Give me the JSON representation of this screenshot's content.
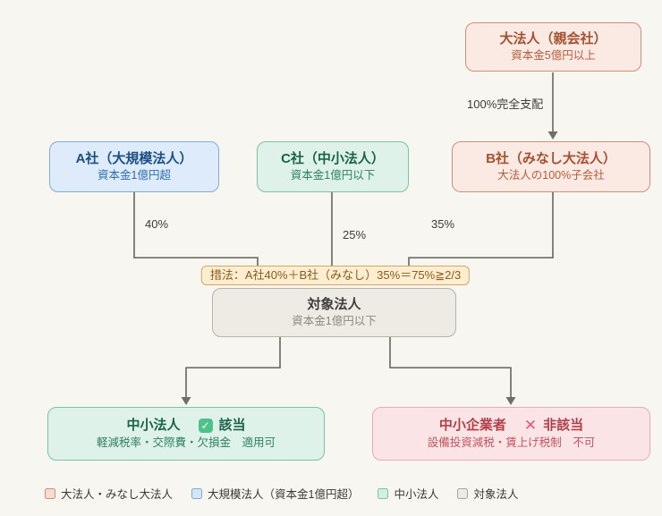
{
  "colors": {
    "background": "#f8f6f0",
    "connector": "#6f6e6a",
    "large_corp_fill": "#fbe9e4",
    "large_corp_border": "#d18d76",
    "large_corp_text": "#a5512f",
    "large_scale_fill": "#ddebfb",
    "large_scale_border": "#82aad8",
    "large_scale_text": "#1b4e84",
    "small_corp_fill": "#def2e9",
    "small_corp_border": "#7ac3a4",
    "small_corp_text": "#186349",
    "target_fill": "#edebe4",
    "target_border": "#b6b3a8",
    "target_text": "#3f3e38",
    "formula_fill": "#fdeed2",
    "formula_border": "#d9a55e",
    "formula_text": "#8a5a18",
    "result_ng_fill": "#fbe4e6",
    "result_ng_border": "#ecaab3",
    "result_ng_text": "#b23e46",
    "check_green": "#4fc28b",
    "cross_red": "#ee5478"
  },
  "nodes": {
    "parent": {
      "title": "大法人（親会社）",
      "subtitle": "資本金5億円以上"
    },
    "company_a": {
      "title": "A社（大規模法人）",
      "subtitle": "資本金1億円超"
    },
    "company_c": {
      "title": "C社（中小法人）",
      "subtitle": "資本金1億円以下"
    },
    "company_b": {
      "title": "B社（みなし大法人）",
      "subtitle": "大法人の100%子会社"
    },
    "target": {
      "title": "対象法人",
      "subtitle": "資本金1億円以下"
    },
    "result_ok": {
      "title": "中小法人",
      "check_glyph": "✓",
      "badge": "該当",
      "note": "軽減税率・交際費・欠損金　適用可"
    },
    "result_ng": {
      "title": "中小企業者",
      "cross_glyph": "✕",
      "badge": "非該当",
      "note": "設備投資減税・賃上げ税制　不可"
    }
  },
  "edges": {
    "parent_to_b_label": "100%完全支配",
    "a_share": "40%",
    "c_share": "25%",
    "b_share": "35%"
  },
  "formula": {
    "text": "措法：A社40%＋B社（みなし）35%＝75%≧2/3"
  },
  "legend": [
    {
      "label": "大法人・みなし大法人",
      "color": "#f7dcd4",
      "border": "#cf8f79"
    },
    {
      "label": "大規模法人（資本金1億円超）",
      "color": "#d4e6f8",
      "border": "#82aad8"
    },
    {
      "label": "中小法人",
      "color": "#d4eee1",
      "border": "#7ac3a4"
    },
    {
      "label": "対象法人",
      "color": "#eceae2",
      "border": "#aaa79a"
    }
  ]
}
